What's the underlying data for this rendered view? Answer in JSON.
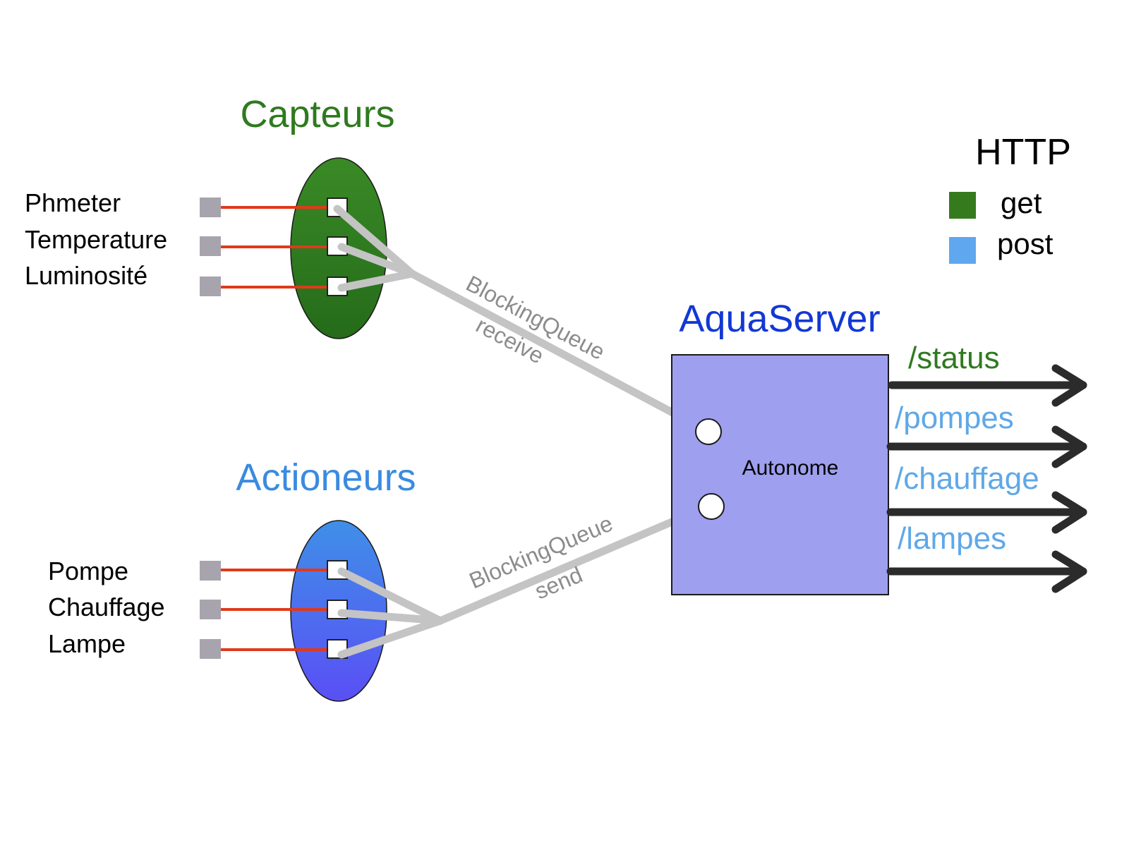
{
  "colors": {
    "capteurs": "#2f7a1f",
    "actioneurs": "#3a8be0",
    "aquaserver": "#1238d4",
    "server_fill": "#9f9fef",
    "wire": "#e03a1a",
    "connector": "#a8a4ad",
    "queue_line": "#c4c4c4",
    "arrow": "#2b2b2b",
    "get": "#367a1e",
    "post": "#5fa8f0"
  },
  "capteurs": {
    "title": "Capteurs",
    "items": [
      {
        "label": "Phmeter"
      },
      {
        "label": "Temperature"
      },
      {
        "label": "Luminosité"
      }
    ]
  },
  "actioneurs": {
    "title": "Actioneurs",
    "items": [
      {
        "label": "Pompe"
      },
      {
        "label": "Chauffage"
      },
      {
        "label": "Lampe"
      }
    ]
  },
  "queues": {
    "receive": {
      "line1": "BlockingQueue",
      "line2": "receive"
    },
    "send": {
      "line1": "BlockingQueue",
      "line2": "send"
    }
  },
  "server": {
    "title": "AquaServer",
    "inner_label": "Autonome"
  },
  "routes": [
    {
      "path": "/status",
      "method": "get"
    },
    {
      "path": "/pompes",
      "method": "post"
    },
    {
      "path": "/chauffage",
      "method": "post"
    },
    {
      "path": "/lampes",
      "method": "post"
    }
  ],
  "legend": {
    "title": "HTTP",
    "items": [
      {
        "label": "get",
        "icon": "green-square-icon"
      },
      {
        "label": "post",
        "icon": "blue-square-icon"
      }
    ]
  }
}
